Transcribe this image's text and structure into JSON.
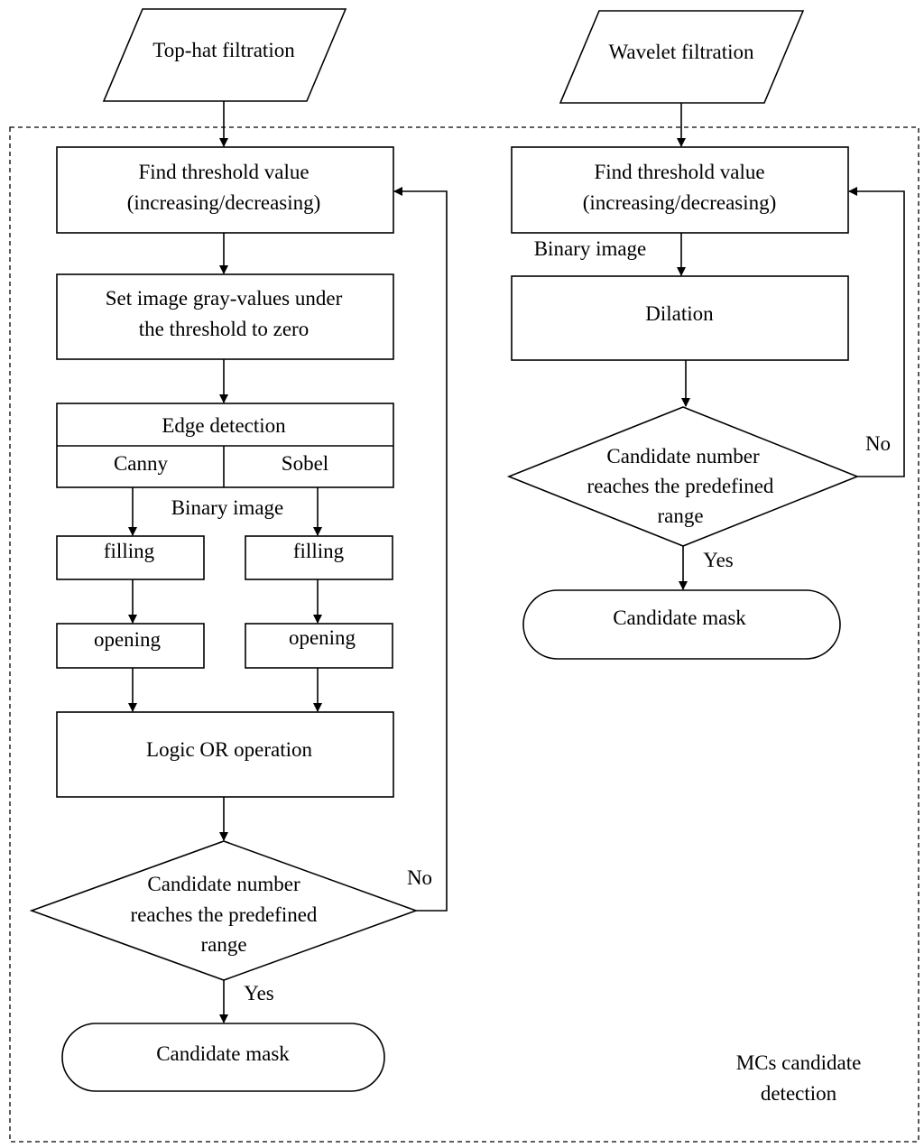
{
  "left": {
    "input": "Top-hat filtration",
    "threshold": [
      "Find threshold value",
      "(increasing/decreasing)"
    ],
    "set_gray": [
      "Set image gray-values under",
      "the threshold to zero"
    ],
    "edge_detection": "Edge detection",
    "canny": "Canny",
    "sobel": "Sobel",
    "binary_image": "Binary image",
    "filling_1": "filling",
    "filling_2": "filling",
    "opening_1": "opening",
    "opening_2": "opening",
    "logic_or": "Logic OR operation",
    "decision": [
      "Candidate number",
      "reaches  the predefined",
      "range"
    ],
    "no": "No",
    "yes": "Yes",
    "output": "Candidate mask"
  },
  "right": {
    "input": "Wavelet filtration",
    "threshold": [
      "Find threshold value",
      "(increasing/decreasing)"
    ],
    "binary_image": "Binary image",
    "dilation": "Dilation",
    "decision": [
      "Candidate number",
      "reaches  the predefined",
      "range"
    ],
    "no": "No",
    "yes": "Yes",
    "output": "Candidate mask"
  },
  "region_label": [
    "MCs candidate",
    "detection"
  ]
}
